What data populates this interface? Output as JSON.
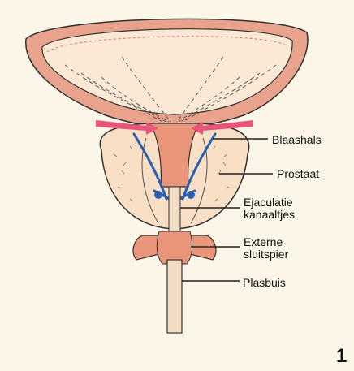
{
  "labels": {
    "bladder_neck": "Blaashals",
    "prostate": "Prostaat",
    "ejaculatory_ducts_line1": "Ejaculatie",
    "ejaculatory_ducts_line2": "kanaaltjes",
    "external_sphincter_line1": "Externe",
    "external_sphincter_line2": "sluitspier",
    "urethra": "Plasbuis"
  },
  "figure_number": "1",
  "colors": {
    "background": "#fbf6e8",
    "bladder_wall": "#e9a38d",
    "bladder_inner": "#fbe9d6",
    "prostate_fill": "#f8dfc6",
    "muscle": "#e9957a",
    "ducts": "#2a5fb0",
    "arrows": "#e7567a",
    "urethra": "#f2ddc4"
  }
}
